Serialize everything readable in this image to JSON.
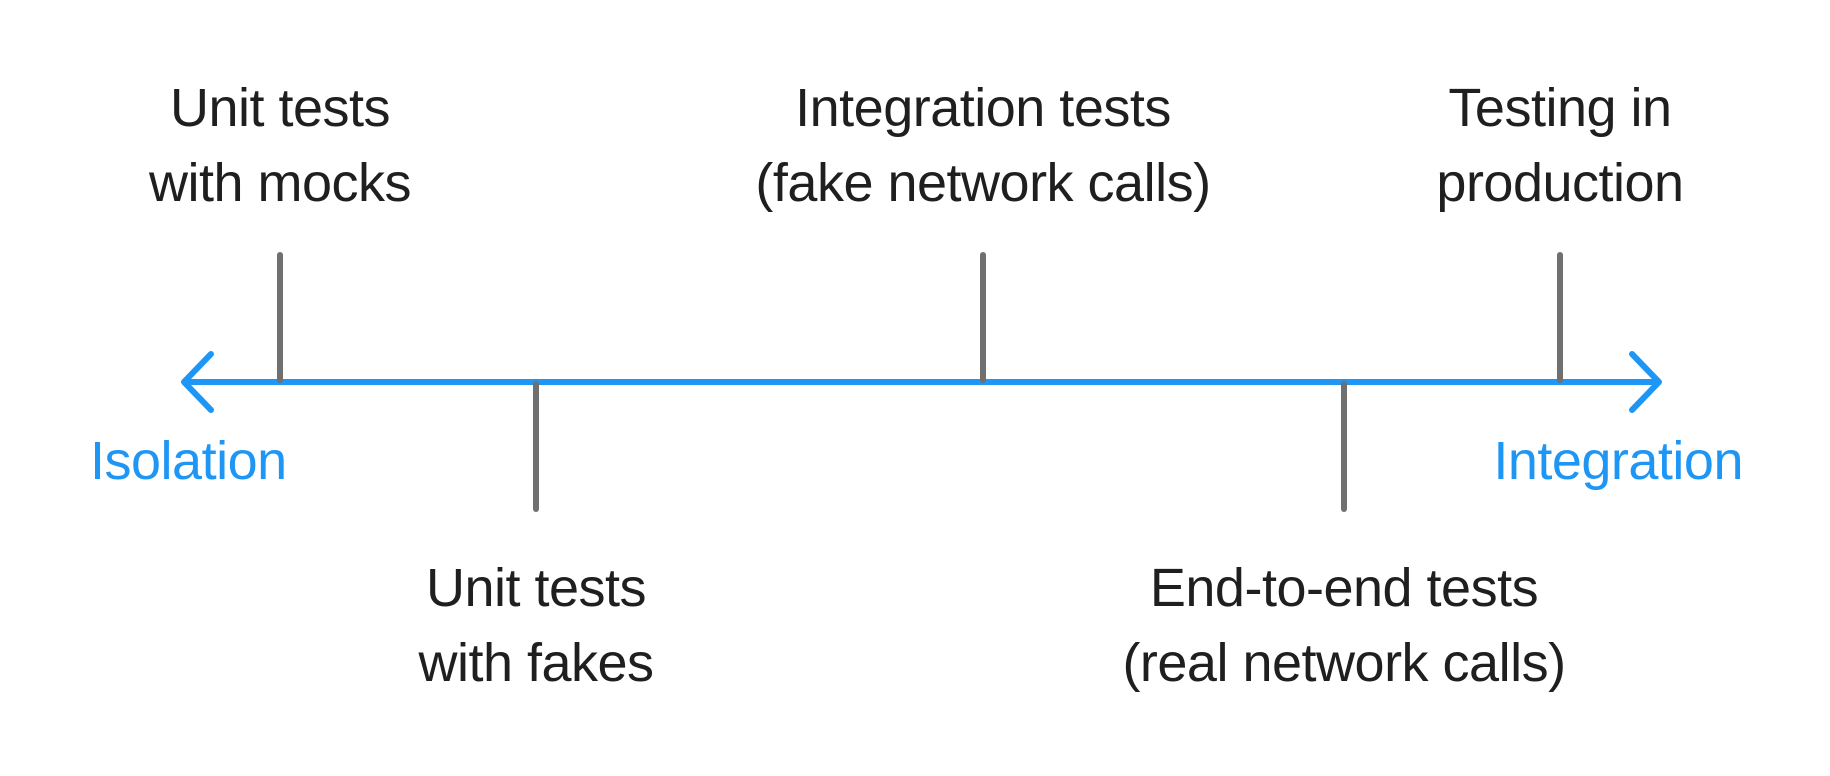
{
  "diagram": {
    "type": "spectrum-axis",
    "description": "Horizontal double-arrow spectrum from Isolation to Integration with five labeled tick marks",
    "colors": {
      "line": "#1E96F5",
      "tick": "#707070",
      "text": "#1F1F1F",
      "end_label_text": "#1E96F5",
      "background": "#FFFFFF"
    },
    "axis": {
      "left_end_label": "Isolation",
      "right_end_label": "Integration",
      "direction": "horizontal",
      "arrows": "both-ends"
    },
    "items": [
      {
        "id": "unit-tests-mocks",
        "side": "above",
        "line1": "Unit tests",
        "line2": "with mocks"
      },
      {
        "id": "unit-tests-fakes",
        "side": "below",
        "line1": "Unit tests",
        "line2": "with fakes"
      },
      {
        "id": "integration-tests",
        "side": "above",
        "line1": "Integration tests",
        "line2": "(fake network calls)"
      },
      {
        "id": "end-to-end-tests",
        "side": "below",
        "line1": "End-to-end tests",
        "line2": "(real network calls)"
      },
      {
        "id": "testing-in-production",
        "side": "above",
        "line1": "Testing in",
        "line2": "production"
      }
    ]
  }
}
